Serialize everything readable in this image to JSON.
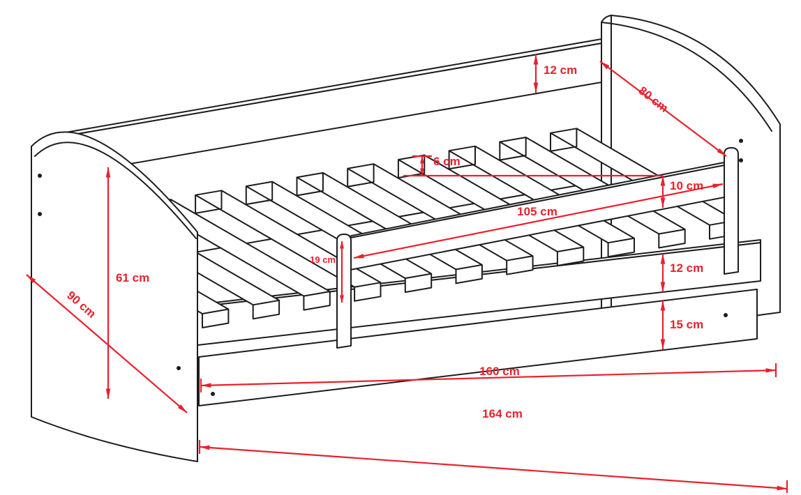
{
  "diagram": {
    "subject": "Children's bed with guard rails and under-bed drawer - dimensioned line drawing",
    "unit": "cm",
    "colors": {
      "dimension_lines": "#e8212c",
      "drawing_outline": "#1c1c1c",
      "background": "#ffffff"
    },
    "labels": {
      "back_rail_height": "12 cm",
      "headboard_width": "80 cm",
      "slat_clearance": "6 cm",
      "guard_rail_height": "10 cm",
      "guard_rail_length": "105 cm",
      "guard_post_height": "19 cm",
      "side_rail_height": "12 cm",
      "drawer_front_height": "15 cm",
      "footboard_height": "61 cm",
      "bed_width": "90 cm",
      "inner_length": "160 cm",
      "outer_length": "164 cm"
    }
  }
}
